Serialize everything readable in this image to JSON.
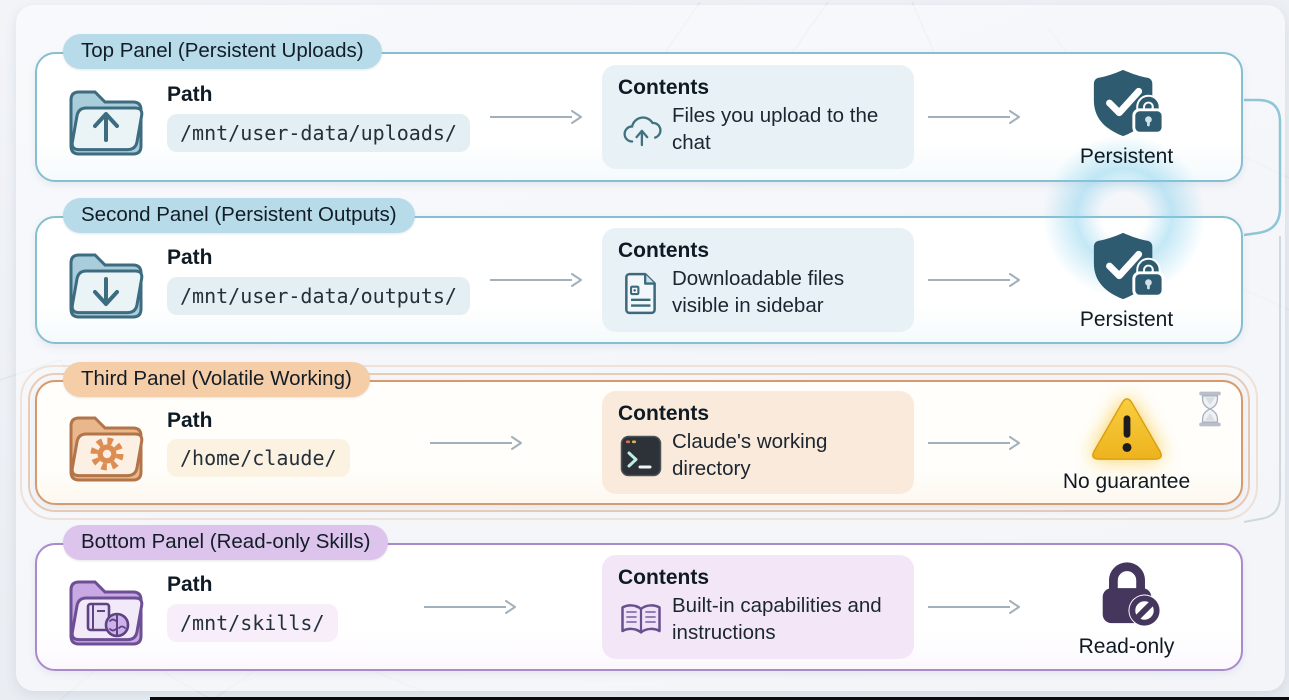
{
  "colors": {
    "background": "#eaeef3",
    "accent_blue": "#86bed2",
    "accent_orange": "#d79a6d",
    "accent_purple": "#a98acb",
    "status_persistent": "#2e5b70",
    "status_warning": "#f2c12e",
    "status_readonly": "#44365c"
  },
  "panels": [
    {
      "title": "Top Panel (Persistent Uploads)",
      "path_label": "Path",
      "path": "/mnt/user-data/uploads/",
      "contents_label": "Contents",
      "contents_text": "Files you upload to the chat",
      "status_label": "Persistent",
      "folder_icon": "folder-upload-icon",
      "contents_icon": "cloud-upload-icon",
      "status_icon": "shield-check-lock-icon",
      "accent": "#86bed2"
    },
    {
      "title": "Second Panel (Persistent Outputs)",
      "path_label": "Path",
      "path": "/mnt/user-data/outputs/",
      "contents_label": "Contents",
      "contents_text": "Downloadable files visible in sidebar",
      "status_label": "Persistent",
      "folder_icon": "folder-download-icon",
      "contents_icon": "document-icon",
      "status_icon": "shield-check-lock-icon",
      "accent": "#86bed2"
    },
    {
      "title": "Third Panel (Volatile Working)",
      "path_label": "Path",
      "path": "/home/claude/",
      "contents_label": "Contents",
      "contents_text": "Claude's working directory",
      "status_label": "No guarantee",
      "folder_icon": "folder-gear-icon",
      "contents_icon": "terminal-icon",
      "status_icon": "warning-triangle-icon",
      "corner_icon": "hourglass-icon",
      "accent": "#d79a6d"
    },
    {
      "title": "Bottom Panel (Read-only Skills)",
      "path_label": "Path",
      "path": "/mnt/skills/",
      "contents_label": "Contents",
      "contents_text": "Built-in capabilities and instructions",
      "status_label": "Read-only",
      "folder_icon": "folder-skills-icon",
      "contents_icon": "open-book-icon",
      "status_icon": "lock-prohibited-icon",
      "accent": "#a98acb"
    }
  ]
}
